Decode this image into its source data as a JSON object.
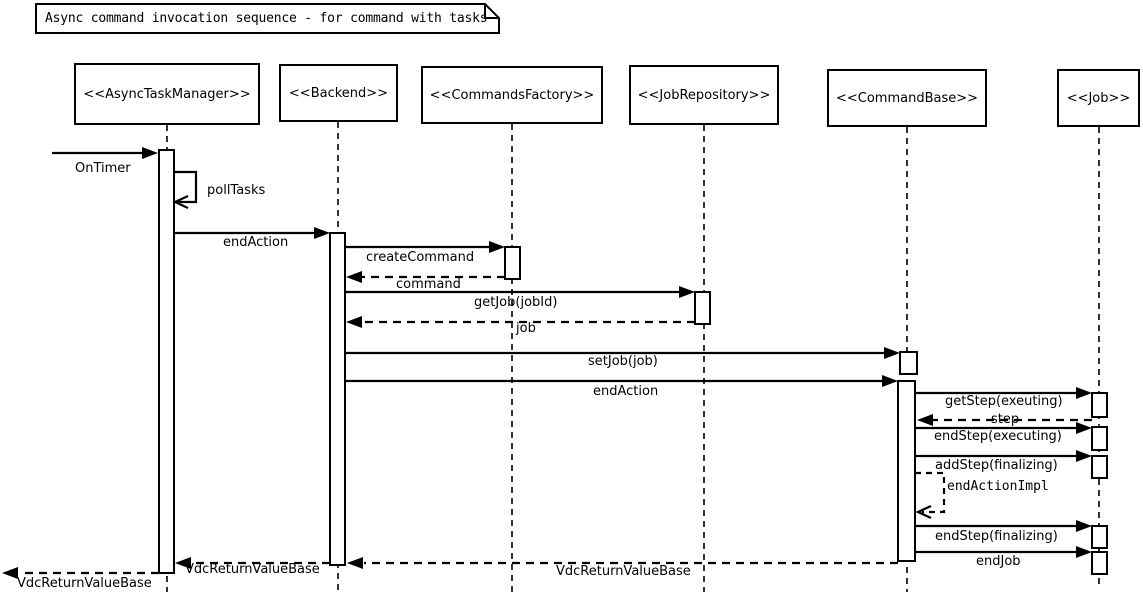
{
  "title": "Async command invocation sequence - for command with tasks",
  "lifelines": [
    {
      "label": "<<AsyncTaskManager>>"
    },
    {
      "label": "<<Backend>>"
    },
    {
      "label": "<<CommandsFactory>>"
    },
    {
      "label": "<<JobRepository>>"
    },
    {
      "label": "<<CommandBase>>"
    },
    {
      "label": "<<Job>>"
    }
  ],
  "messages": {
    "on_timer": "OnTimer",
    "poll_tasks": "pollTasks",
    "end_action_1": "endAction",
    "create_command": "createCommand",
    "command_return": "command",
    "get_job": "getJob(jobId)",
    "job_return": "job",
    "set_job": "setJob(job)",
    "end_action_2": "endAction",
    "get_step": "getStep(exeuting)",
    "step_return": "step",
    "end_step_executing": "endStep(executing)",
    "add_step_finalizing": "addStep(finalizing)",
    "end_action_impl": "endActionImpl",
    "end_step_finalizing": "endStep(finalizing)",
    "end_job": "endJob",
    "return_to_backend": "VdcReturnValueBase",
    "return_to_task_manager": "VdcReturnValueBase",
    "return_to_caller": "VdcReturnValueBase"
  },
  "colors": {
    "line": "#000000",
    "background": "#ffffff"
  }
}
